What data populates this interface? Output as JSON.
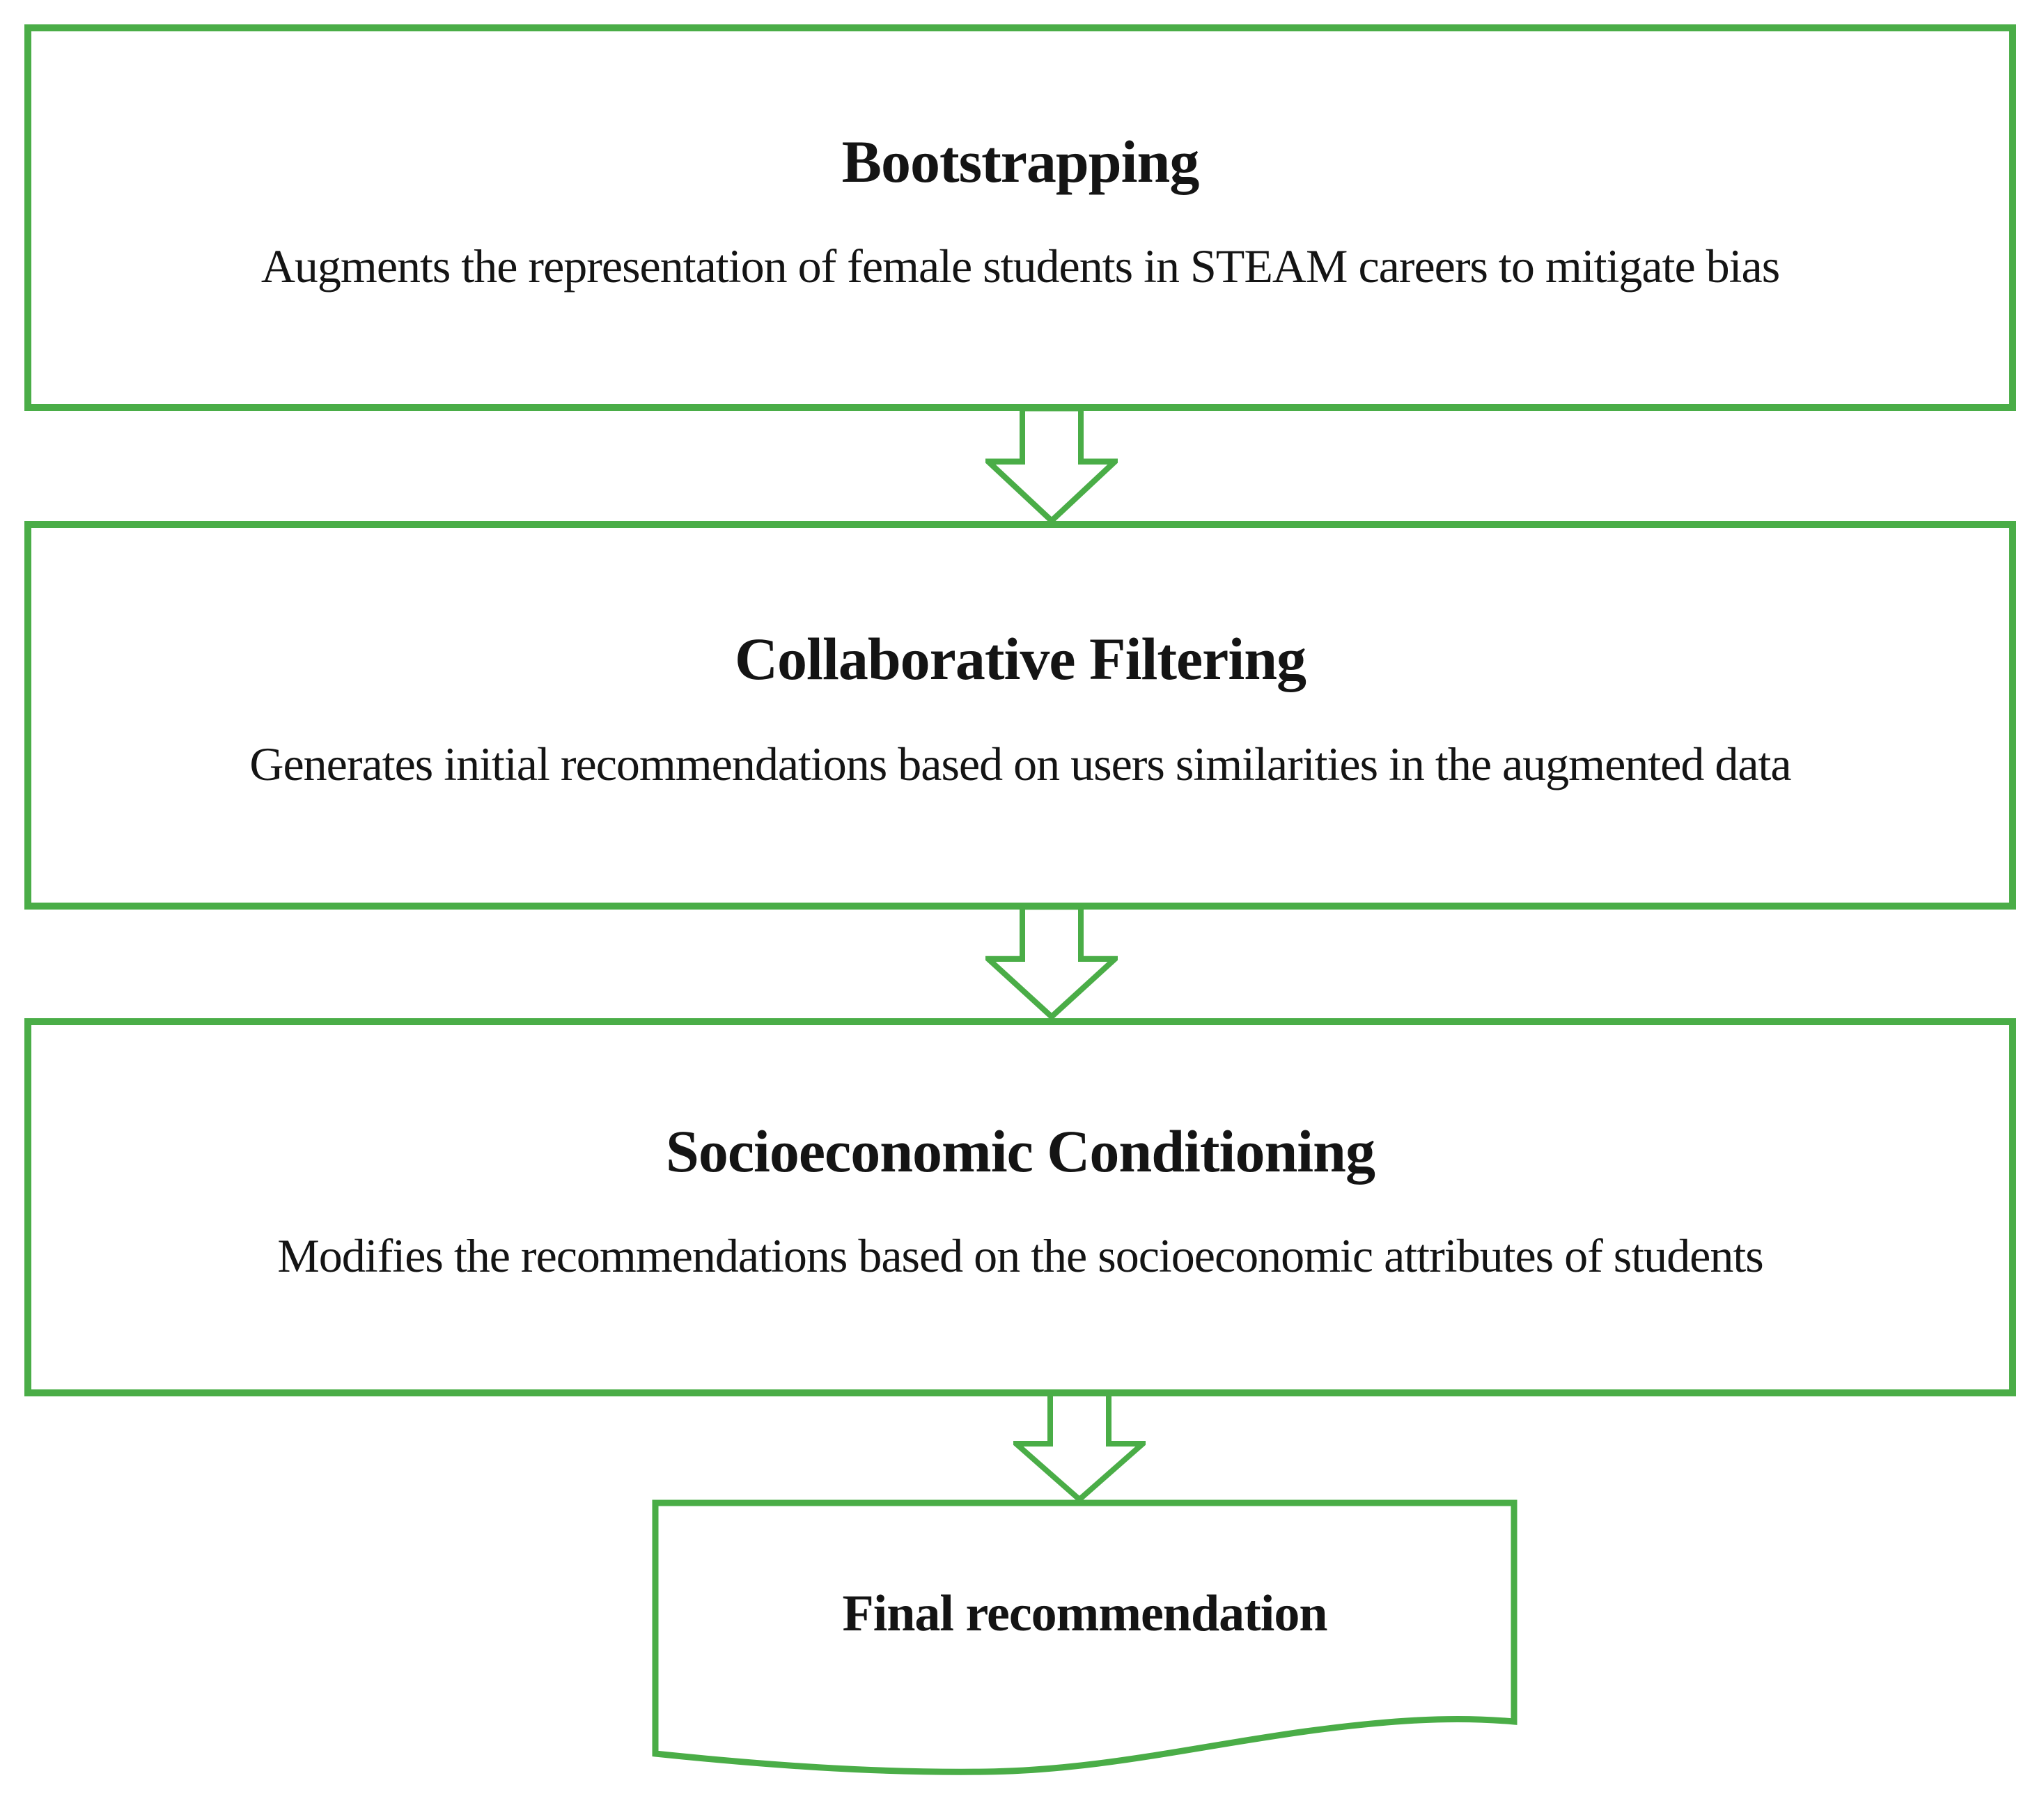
{
  "diagram": {
    "type": "flowchart",
    "background_color": "#ffffff",
    "accent_color": "#4aad47",
    "text_color": "#141414",
    "steps": [
      {
        "id": "bootstrapping",
        "title": "Bootstrapping",
        "description": "Augments the representation of female students in STEAM careers to mitigate bias"
      },
      {
        "id": "collaborative-filtering",
        "title": "Collaborative Filtering",
        "description": "Generates initial recommendations based on users similarities in the augmented data"
      },
      {
        "id": "socioeconomic-conditioning",
        "title": "Socioeconomic Conditioning",
        "description": "Modifies the recommendations based on the socioeconomic attributes of students"
      }
    ],
    "connectors": [
      {
        "from": "bootstrapping",
        "to": "collaborative-filtering",
        "shape": "hollow-down-arrow"
      },
      {
        "from": "collaborative-filtering",
        "to": "socioeconomic-conditioning",
        "shape": "hollow-down-arrow"
      },
      {
        "from": "socioeconomic-conditioning",
        "to": "final-recommendation",
        "shape": "hollow-down-arrow"
      }
    ],
    "result": {
      "id": "final-recommendation",
      "label": "Final recommendation",
      "shape": "document"
    }
  }
}
